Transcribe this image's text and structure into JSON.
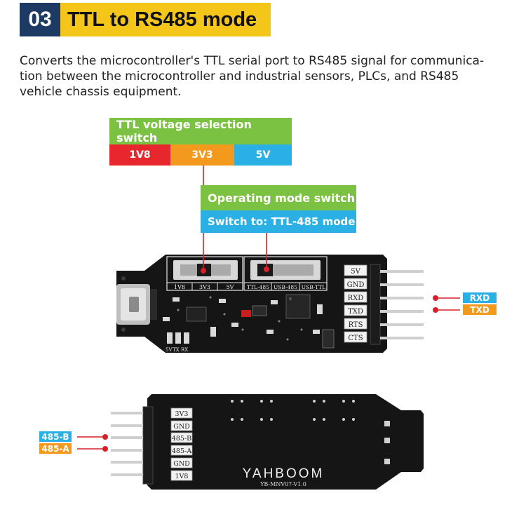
{
  "header": {
    "number": "03",
    "title": "TTL to RS485 mode"
  },
  "description": {
    "line1": "Converts the microcontroller's TTL serial port to RS485 signal for communica-",
    "line2": "tion between the microcontroller and industrial sensors, PLCs, and RS485",
    "line3": "vehicle chassis equipment."
  },
  "voltage_switch": {
    "title": "TTL voltage selection switch",
    "options": [
      {
        "label": "1V8",
        "color": "#e8262d"
      },
      {
        "label": "3V3",
        "color": "#f39a1e"
      },
      {
        "label": "5V",
        "color": "#2ab0e4"
      }
    ]
  },
  "mode_switch": {
    "title": "Operating mode switch",
    "value": "Switch to: TTL-485 mode"
  },
  "front_board": {
    "silk_voltage": [
      "1V8",
      "3V3",
      "5V"
    ],
    "silk_modes": [
      "TTL-485",
      "USB-485",
      "USB-TTL"
    ],
    "pins": [
      "5V",
      "GND",
      "RXD",
      "TXD",
      "RTS",
      "CTS"
    ],
    "leds": [
      "5V",
      "TX",
      "RX"
    ]
  },
  "front_tags": [
    {
      "label": "RXD",
      "color": "#2ab0e4"
    },
    {
      "label": "TXD",
      "color": "#f39a1e"
    }
  ],
  "back_board": {
    "pins": [
      "3V3",
      "GND",
      "485-B",
      "485-A",
      "GND",
      "1V8"
    ],
    "brand": "YAHBOOM",
    "model": "YB-MNV07-V1.0"
  },
  "back_tags": [
    {
      "label": "485-B",
      "color": "#2ab0e4"
    },
    {
      "label": "485-A",
      "color": "#f39a1e"
    }
  ],
  "colors": {
    "header_navy": "#1c3a63",
    "header_yellow": "#f5c61a",
    "green": "#7cc242",
    "blue": "#2ab0e4",
    "red": "#e8262d",
    "orange": "#f39a1e",
    "pcb": "#151515"
  }
}
